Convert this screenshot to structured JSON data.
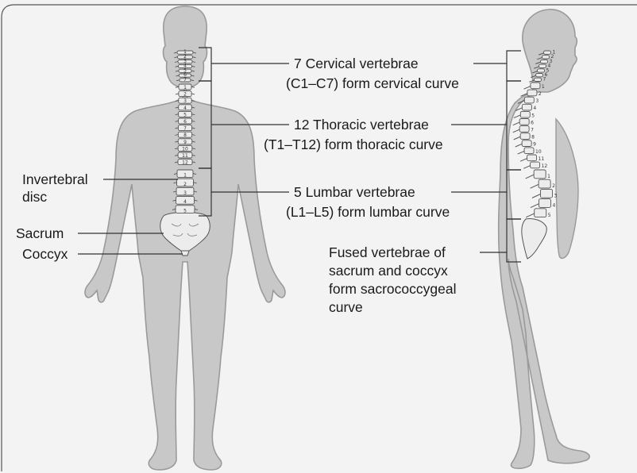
{
  "labels": {
    "cervical_1": "7 Cervical vertebrae",
    "cervical_2": "(C1–C7) form cervical curve",
    "thoracic_1": "12 Thoracic vertebrae",
    "thoracic_2": "(T1–T12) form thoracic curve",
    "lumbar_1": "5 Lumbar vertebrae",
    "lumbar_2": "(L1–L5) form lumbar curve",
    "fused_1": "Fused vertebrae of",
    "fused_2": "sacrum and coccyx",
    "fused_3": "form sacrococcygeal",
    "fused_4": "curve",
    "disc_1": "Invertebral",
    "disc_2": "disc",
    "sacrum": "Sacrum",
    "coccyx": "Coccyx"
  },
  "vertebra_numbers": {
    "cervical": [
      "1",
      "2",
      "3",
      "4",
      "5",
      "6",
      "7"
    ],
    "thoracic": [
      "1",
      "2",
      "3",
      "4",
      "5",
      "6",
      "7",
      "8",
      "9",
      "10",
      "11",
      "12"
    ],
    "lumbar": [
      "1",
      "2",
      "3",
      "4",
      "5"
    ]
  },
  "colors": {
    "background": "#f3f3f3",
    "body_fill": "#c8c8c8",
    "outline": "#9a9a9a",
    "bone": "#ececec",
    "line": "#333333",
    "text": "#1a1a1a"
  }
}
